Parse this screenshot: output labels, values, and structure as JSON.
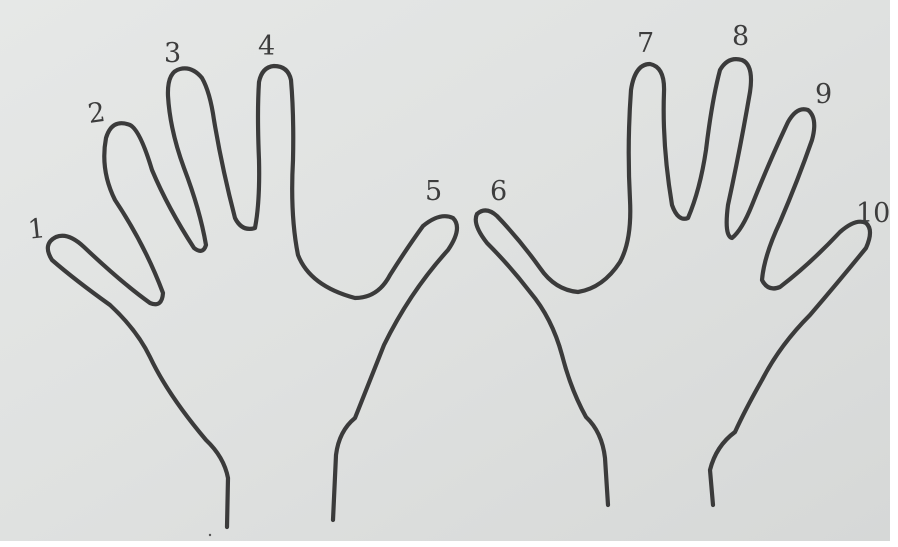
{
  "photo": {
    "paper_color": "#dfe1e0",
    "ink_color": "#3b3b3b",
    "frame_color": "#ffffff"
  },
  "finger_numbers": [
    "1",
    "2",
    "3",
    "4",
    "5",
    "6",
    "7",
    "8",
    "9",
    "10"
  ]
}
